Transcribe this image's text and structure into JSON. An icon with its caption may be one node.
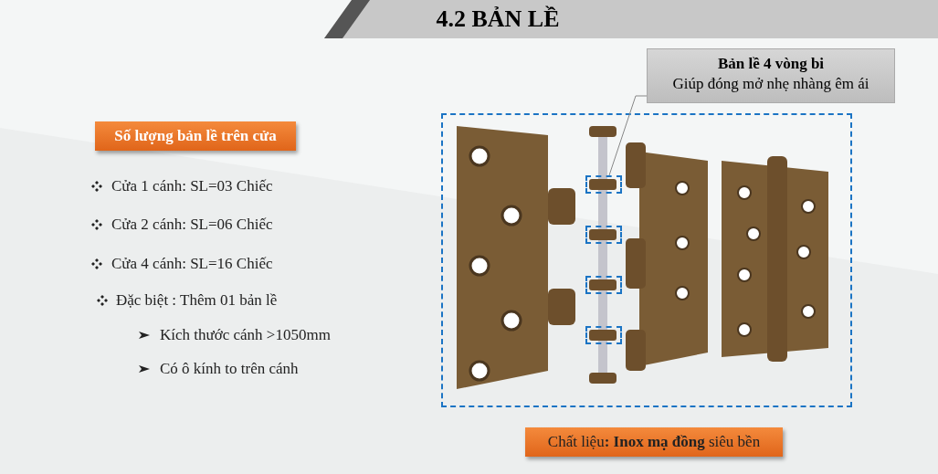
{
  "diagram": {
    "title": "4.2 BẢN LỀ",
    "nodes": [
      {
        "text": [
          "Số lượng bản lề trên cửa"
        ]
      },
      {
        "text": [
          "Bản lề 4 vòng bi",
          "Giúp đóng mở nhẹ nhàng êm ái"
        ]
      },
      {
        "text": [],
        "shape": "picture"
      },
      {
        "text": [],
        "shape": "box",
        "in": 2
      },
      {
        "text": [],
        "shape": "box",
        "in": 2
      },
      {
        "text": [],
        "shape": "box",
        "in": 2
      },
      {
        "text": [],
        "shape": "box",
        "in": 2
      },
      {
        "text": [
          "Chất liệu**: Inox mạ đồng** siêu bền"
        ]
      }
    ],
    "edges": [
      {
        "from": 1,
        "to": 3,
        "arrow": "none"
      }
    ],
    "labels": [
      "Cửa 1 cánh: SL=03 Chiếc",
      "Cửa 2 cánh: SL=06 Chiếc",
      "Cửa 4 cánh: SL=16 Chiếc",
      "Đặc biệt : Thêm 01 bản lề",
      "Kích thước cánh >1050mm",
      "Có ô kính to trên cánh"
    ]
  }
}
